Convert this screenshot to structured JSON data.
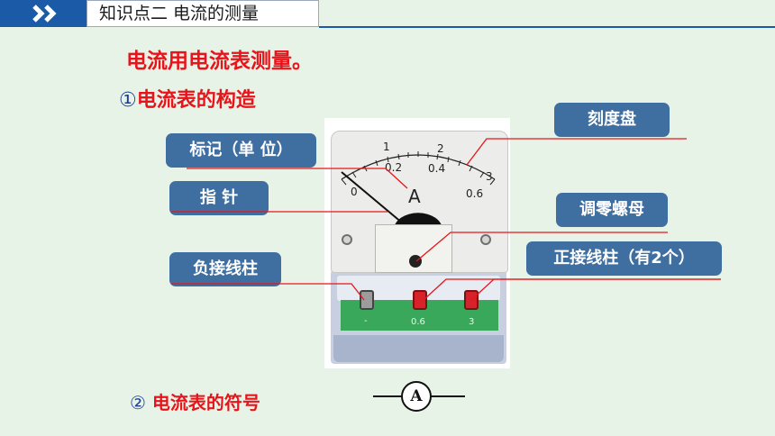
{
  "header": {
    "arrows_icon": "double-chevron-right-icon",
    "title": "知识点二   电流的测量"
  },
  "main": {
    "headline": "电流用电流表测量。",
    "section1": {
      "number": "①",
      "text": "电流表的构造"
    },
    "section2": {
      "number": "②",
      "text": "电流表的符号"
    }
  },
  "labels": {
    "dial": "刻度盘",
    "mark_unit": "标记（单 位）",
    "pointer": "指 针",
    "zero_adjust": "调零螺母",
    "negative_terminal": "负接线柱",
    "positive_terminals": "正接线柱（有2个）"
  },
  "meter": {
    "scale_top": [
      "1",
      "2",
      "3"
    ],
    "scale_bottom": [
      "0",
      "0.2",
      "0.4",
      "0.6"
    ],
    "unit_letter": "A",
    "terminal_labels": [
      "-",
      "0.6",
      "3"
    ]
  },
  "symbol": {
    "letter": "A"
  },
  "colors": {
    "background": "#e6f3e6",
    "header_blue": "#1a5aa6",
    "label_box": "#3f6ea0",
    "highlight_red": "#e8141b",
    "terminal_panel": "#3aa85b"
  }
}
